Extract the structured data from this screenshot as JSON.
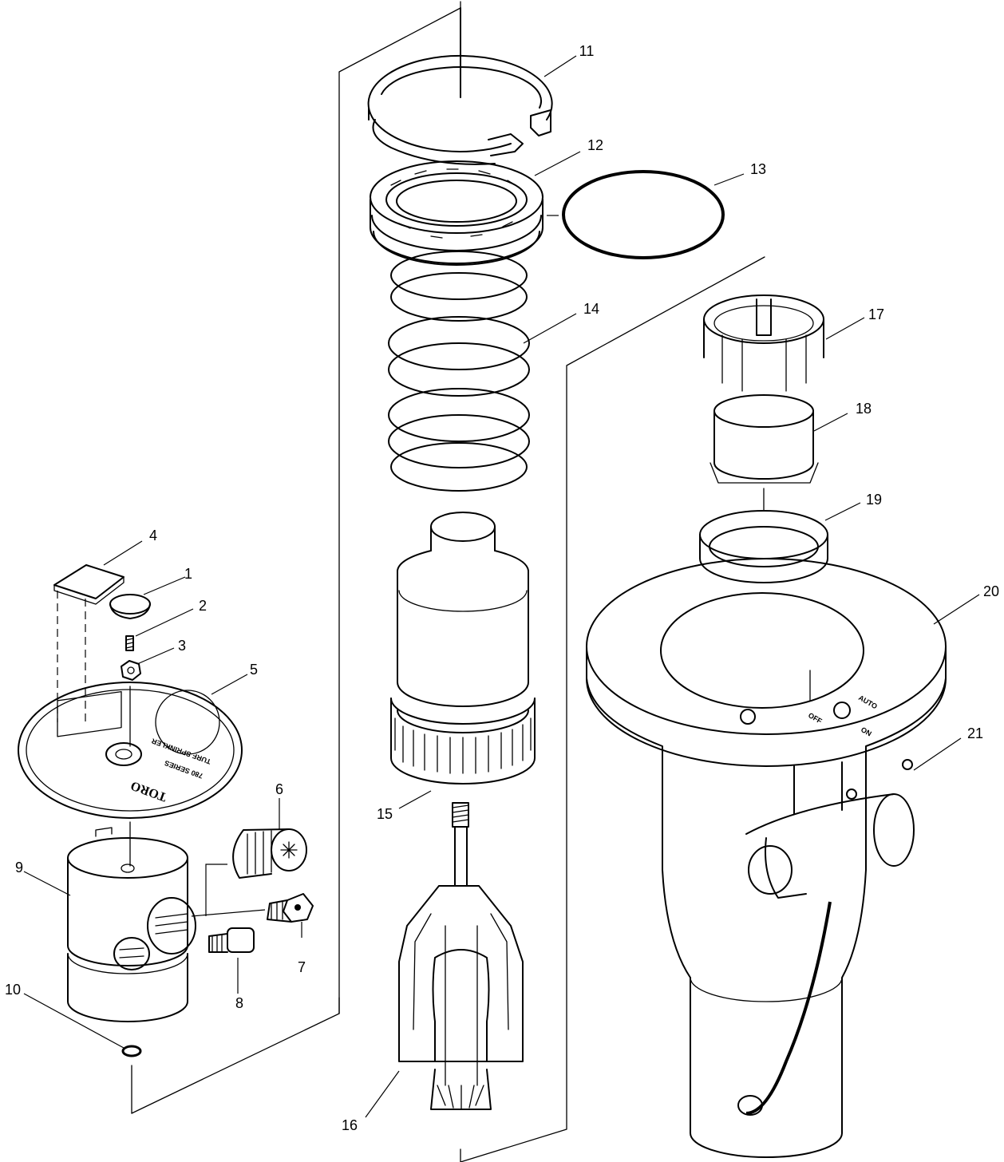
{
  "callouts": [
    {
      "id": "1",
      "text": "1"
    },
    {
      "id": "2",
      "text": "2"
    },
    {
      "id": "3",
      "text": "3"
    },
    {
      "id": "4",
      "text": "4"
    },
    {
      "id": "5",
      "text": "5"
    },
    {
      "id": "6",
      "text": "6"
    },
    {
      "id": "7",
      "text": "7"
    },
    {
      "id": "8",
      "text": "8"
    },
    {
      "id": "9",
      "text": "9"
    },
    {
      "id": "10",
      "text": "10"
    },
    {
      "id": "11",
      "text": "11"
    },
    {
      "id": "12",
      "text": "12"
    },
    {
      "id": "13",
      "text": "13"
    },
    {
      "id": "14",
      "text": "14"
    },
    {
      "id": "15",
      "text": "15"
    },
    {
      "id": "16",
      "text": "16"
    },
    {
      "id": "17",
      "text": "17"
    },
    {
      "id": "18",
      "text": "18"
    },
    {
      "id": "19",
      "text": "19"
    },
    {
      "id": "20",
      "text": "20"
    },
    {
      "id": "21",
      "text": "21"
    }
  ],
  "gear_markings": {
    "brand": "TORO",
    "series": "780 SERIES",
    "product": "TURF SPRINKLER"
  },
  "flange_markings": {
    "off": "OFF",
    "auto": "AUTO",
    "on": "ON"
  }
}
